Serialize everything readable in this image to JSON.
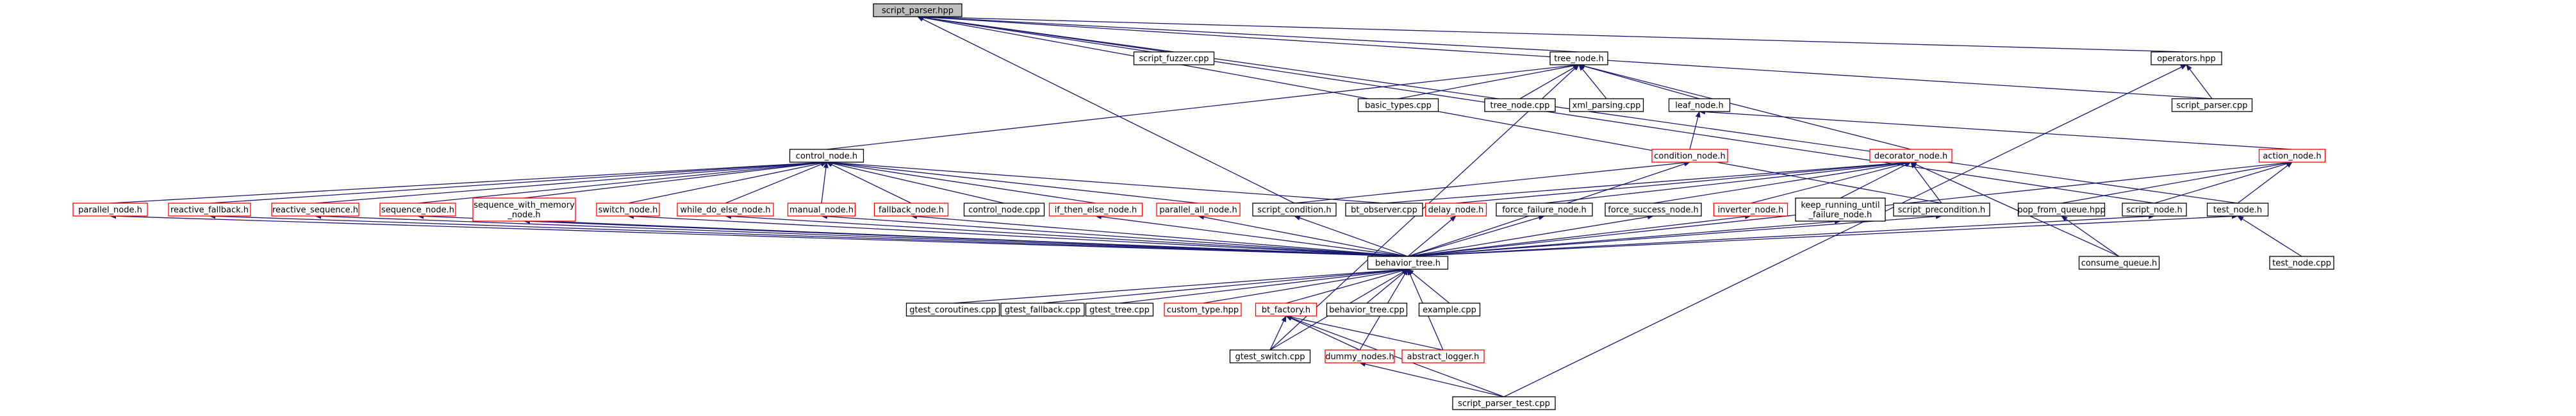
{
  "colors": {
    "background": "#ffffff",
    "edge": "#191970",
    "text": "#000000",
    "default_border": "#000000",
    "incomplete_border": "#ff0000",
    "root_fill": "#bfbfbf",
    "node_fill": "#ffffff"
  },
  "nodes": [
    {
      "id": "script_parser_hpp",
      "label": "script_parser.hpp",
      "style": "root"
    },
    {
      "id": "script_fuzzer_cpp",
      "label": "script_fuzzer.cpp",
      "style": "normal"
    },
    {
      "id": "tree_node_h",
      "label": "tree_node.h",
      "style": "normal"
    },
    {
      "id": "operators_hpp",
      "label": "operators.hpp",
      "style": "normal"
    },
    {
      "id": "basic_types_cpp",
      "label": "basic_types.cpp",
      "style": "normal"
    },
    {
      "id": "tree_node_cpp",
      "label": "tree_node.cpp",
      "style": "normal"
    },
    {
      "id": "xml_parsing_cpp",
      "label": "xml_parsing.cpp",
      "style": "normal"
    },
    {
      "id": "leaf_node_h",
      "label": "leaf_node.h",
      "style": "normal"
    },
    {
      "id": "script_parser_cpp",
      "label": "script_parser.cpp",
      "style": "normal"
    },
    {
      "id": "control_node_h",
      "label": "control_node.h",
      "style": "normal"
    },
    {
      "id": "condition_node_h",
      "label": "condition_node.h",
      "style": "incomplete"
    },
    {
      "id": "decorator_node_h",
      "label": "decorator_node.h",
      "style": "incomplete"
    },
    {
      "id": "action_node_h",
      "label": "action_node.h",
      "style": "incomplete"
    },
    {
      "id": "parallel_node_h",
      "label": "parallel_node.h",
      "style": "incomplete"
    },
    {
      "id": "reactive_fallback_h",
      "label": "reactive_fallback.h",
      "style": "incomplete"
    },
    {
      "id": "reactive_sequence_h",
      "label": "reactive_sequence.h",
      "style": "incomplete"
    },
    {
      "id": "sequence_node_h",
      "label": "sequence_node.h",
      "style": "incomplete"
    },
    {
      "id": "sequence_with_memory_node_h",
      "label": [
        "sequence_with_memory",
        "_node.h"
      ],
      "style": "incomplete"
    },
    {
      "id": "switch_node_h",
      "label": "switch_node.h",
      "style": "incomplete"
    },
    {
      "id": "while_do_else_node_h",
      "label": "while_do_else_node.h",
      "style": "incomplete"
    },
    {
      "id": "manual_node_h",
      "label": "manual_node.h",
      "style": "incomplete"
    },
    {
      "id": "fallback_node_h",
      "label": "fallback_node.h",
      "style": "incomplete"
    },
    {
      "id": "control_node_cpp",
      "label": "control_node.cpp",
      "style": "normal"
    },
    {
      "id": "if_then_else_node_h",
      "label": "if_then_else_node.h",
      "style": "incomplete"
    },
    {
      "id": "parallel_all_node_h",
      "label": "parallel_all_node.h",
      "style": "incomplete"
    },
    {
      "id": "script_condition_h",
      "label": "script_condition.h",
      "style": "normal"
    },
    {
      "id": "bt_observer_cpp",
      "label": "bt_observer.cpp",
      "style": "normal"
    },
    {
      "id": "delay_node_h",
      "label": "delay_node.h",
      "style": "incomplete"
    },
    {
      "id": "force_failure_node_h",
      "label": "force_failure_node.h",
      "style": "normal"
    },
    {
      "id": "force_success_node_h",
      "label": "force_success_node.h",
      "style": "normal"
    },
    {
      "id": "inverter_node_h",
      "label": "inverter_node.h",
      "style": "incomplete"
    },
    {
      "id": "keep_running_until_failure_node_h",
      "label": [
        "keep_running_until",
        "_failure_node.h"
      ],
      "style": "normal"
    },
    {
      "id": "script_precondition_h",
      "label": "script_precondition.h",
      "style": "normal"
    },
    {
      "id": "pop_from_queue_hpp",
      "label": "pop_from_queue.hpp",
      "style": "normal"
    },
    {
      "id": "script_node_h",
      "label": "script_node.h",
      "style": "normal"
    },
    {
      "id": "test_node_h",
      "label": "test_node.h",
      "style": "normal"
    },
    {
      "id": "behavior_tree_h",
      "label": "behavior_tree.h",
      "style": "normal"
    },
    {
      "id": "consume_queue_h",
      "label": "consume_queue.h",
      "style": "normal"
    },
    {
      "id": "test_node_cpp",
      "label": "test_node.cpp",
      "style": "normal"
    },
    {
      "id": "gtest_coroutines_cpp",
      "label": "gtest_coroutines.cpp",
      "style": "normal"
    },
    {
      "id": "gtest_fallback_cpp",
      "label": "gtest_fallback.cpp",
      "style": "normal"
    },
    {
      "id": "gtest_tree_cpp",
      "label": "gtest_tree.cpp",
      "style": "normal"
    },
    {
      "id": "custom_type_hpp",
      "label": "custom_type.hpp",
      "style": "incomplete"
    },
    {
      "id": "bt_factory_h",
      "label": "bt_factory.h",
      "style": "incomplete"
    },
    {
      "id": "behavior_tree_cpp",
      "label": "behavior_tree.cpp",
      "style": "normal"
    },
    {
      "id": "example_cpp",
      "label": "example.cpp",
      "style": "normal"
    },
    {
      "id": "gtest_switch_cpp",
      "label": "gtest_switch.cpp",
      "style": "normal"
    },
    {
      "id": "abstract_logger_h",
      "label": "abstract_logger.h",
      "style": "incomplete"
    },
    {
      "id": "dummy_nodes_h",
      "label": "dummy_nodes.h",
      "style": "incomplete"
    },
    {
      "id": "script_parser_test_cpp",
      "label": "script_parser_test.cpp",
      "style": "normal"
    }
  ],
  "edges": [
    [
      "script_parser_hpp",
      "script_fuzzer_cpp"
    ],
    [
      "script_parser_hpp",
      "tree_node_h"
    ],
    [
      "script_parser_hpp",
      "operators_hpp"
    ],
    [
      "script_parser_hpp",
      "script_parser_cpp"
    ],
    [
      "script_parser_hpp",
      "script_condition_h"
    ],
    [
      "script_parser_hpp",
      "script_precondition_h"
    ],
    [
      "script_parser_hpp",
      "script_node_h"
    ],
    [
      "script_parser_hpp",
      "test_node_h"
    ],
    [
      "operators_hpp",
      "script_parser_cpp"
    ],
    [
      "operators_hpp",
      "script_parser_test_cpp"
    ],
    [
      "tree_node_h",
      "basic_types_cpp"
    ],
    [
      "tree_node_h",
      "tree_node_cpp"
    ],
    [
      "tree_node_h",
      "xml_parsing_cpp"
    ],
    [
      "tree_node_h",
      "leaf_node_h"
    ],
    [
      "tree_node_h",
      "control_node_h"
    ],
    [
      "tree_node_h",
      "decorator_node_h"
    ],
    [
      "tree_node_h",
      "gtest_switch_cpp"
    ],
    [
      "leaf_node_h",
      "condition_node_h"
    ],
    [
      "leaf_node_h",
      "action_node_h"
    ],
    [
      "control_node_h",
      "parallel_node_h"
    ],
    [
      "control_node_h",
      "reactive_fallback_h"
    ],
    [
      "control_node_h",
      "reactive_sequence_h"
    ],
    [
      "control_node_h",
      "sequence_node_h"
    ],
    [
      "control_node_h",
      "sequence_with_memory_node_h"
    ],
    [
      "control_node_h",
      "switch_node_h"
    ],
    [
      "control_node_h",
      "while_do_else_node_h"
    ],
    [
      "control_node_h",
      "manual_node_h"
    ],
    [
      "control_node_h",
      "fallback_node_h"
    ],
    [
      "control_node_h",
      "control_node_cpp"
    ],
    [
      "control_node_h",
      "if_then_else_node_h"
    ],
    [
      "control_node_h",
      "parallel_all_node_h"
    ],
    [
      "control_node_h",
      "bt_observer_cpp"
    ],
    [
      "condition_node_h",
      "script_condition_h"
    ],
    [
      "condition_node_h",
      "behavior_tree_h"
    ],
    [
      "decorator_node_h",
      "bt_observer_cpp"
    ],
    [
      "decorator_node_h",
      "delay_node_h"
    ],
    [
      "decorator_node_h",
      "force_failure_node_h"
    ],
    [
      "decorator_node_h",
      "force_success_node_h"
    ],
    [
      "decorator_node_h",
      "inverter_node_h"
    ],
    [
      "decorator_node_h",
      "keep_running_until_failure_node_h"
    ],
    [
      "decorator_node_h",
      "script_precondition_h"
    ],
    [
      "decorator_node_h",
      "consume_queue_h"
    ],
    [
      "action_node_h",
      "behavior_tree_h"
    ],
    [
      "action_node_h",
      "pop_from_queue_hpp"
    ],
    [
      "action_node_h",
      "script_node_h"
    ],
    [
      "action_node_h",
      "test_node_h"
    ],
    [
      "parallel_node_h",
      "behavior_tree_h"
    ],
    [
      "reactive_fallback_h",
      "behavior_tree_h"
    ],
    [
      "reactive_sequence_h",
      "behavior_tree_h"
    ],
    [
      "sequence_node_h",
      "behavior_tree_h"
    ],
    [
      "sequence_with_memory_node_h",
      "behavior_tree_h"
    ],
    [
      "switch_node_h",
      "behavior_tree_h"
    ],
    [
      "while_do_else_node_h",
      "behavior_tree_h"
    ],
    [
      "manual_node_h",
      "behavior_tree_h"
    ],
    [
      "fallback_node_h",
      "behavior_tree_h"
    ],
    [
      "if_then_else_node_h",
      "behavior_tree_h"
    ],
    [
      "parallel_all_node_h",
      "behavior_tree_h"
    ],
    [
      "script_condition_h",
      "behavior_tree_h"
    ],
    [
      "delay_node_h",
      "behavior_tree_h"
    ],
    [
      "force_failure_node_h",
      "behavior_tree_h"
    ],
    [
      "force_success_node_h",
      "behavior_tree_h"
    ],
    [
      "inverter_node_h",
      "behavior_tree_h"
    ],
    [
      "keep_running_until_failure_node_h",
      "behavior_tree_h"
    ],
    [
      "script_precondition_h",
      "behavior_tree_h"
    ],
    [
      "pop_from_queue_hpp",
      "consume_queue_h"
    ],
    [
      "script_node_h",
      "behavior_tree_h"
    ],
    [
      "test_node_h",
      "behavior_tree_h"
    ],
    [
      "test_node_h",
      "test_node_cpp"
    ],
    [
      "behavior_tree_h",
      "gtest_coroutines_cpp"
    ],
    [
      "behavior_tree_h",
      "gtest_fallback_cpp"
    ],
    [
      "behavior_tree_h",
      "gtest_tree_cpp"
    ],
    [
      "behavior_tree_h",
      "custom_type_hpp"
    ],
    [
      "behavior_tree_h",
      "bt_factory_h"
    ],
    [
      "behavior_tree_h",
      "behavior_tree_cpp"
    ],
    [
      "behavior_tree_h",
      "example_cpp"
    ],
    [
      "behavior_tree_h",
      "gtest_switch_cpp"
    ],
    [
      "behavior_tree_h",
      "abstract_logger_h"
    ],
    [
      "behavior_tree_h",
      "dummy_nodes_h"
    ],
    [
      "bt_factory_h",
      "gtest_switch_cpp"
    ],
    [
      "bt_factory_h",
      "abstract_logger_h"
    ],
    [
      "bt_factory_h",
      "dummy_nodes_h"
    ],
    [
      "bt_factory_h",
      "script_parser_test_cpp"
    ],
    [
      "dummy_nodes_h",
      "script_parser_test_cpp"
    ]
  ]
}
